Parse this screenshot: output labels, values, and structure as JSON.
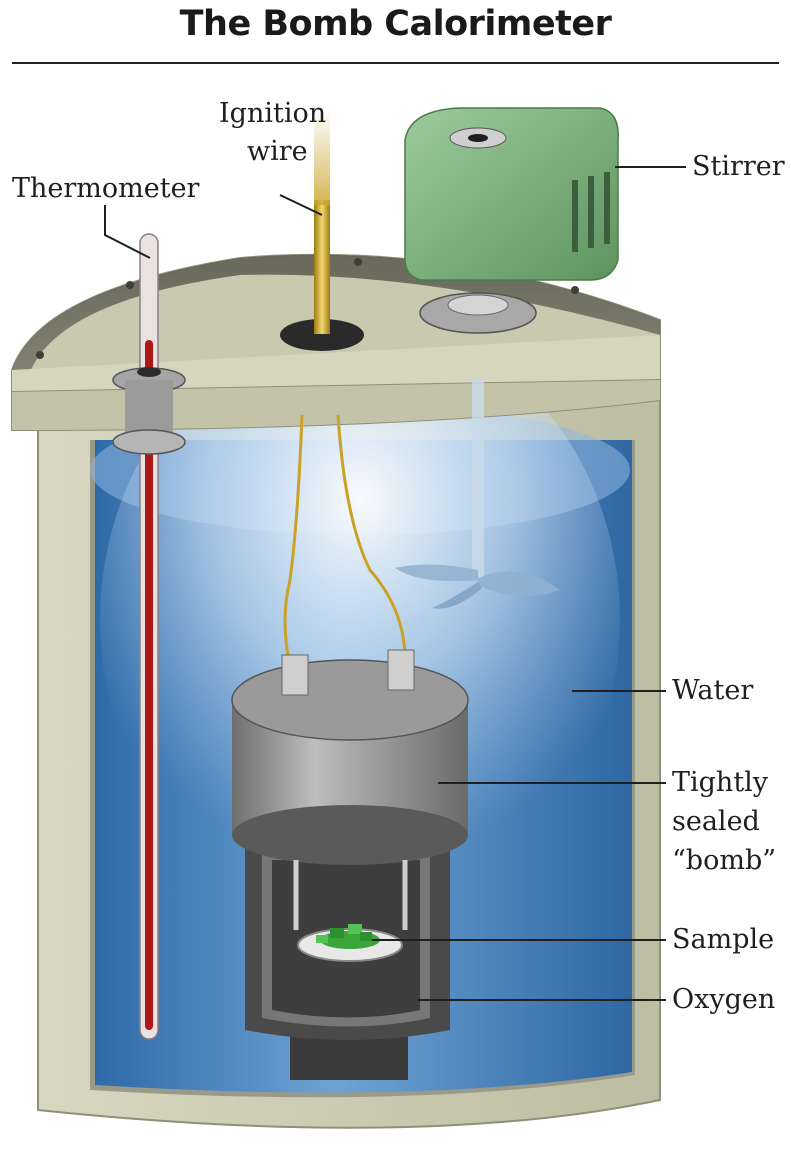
{
  "title": "The Bomb Calorimeter",
  "labels": {
    "thermometer": "Thermometer",
    "ignition_wire_line1": "Ignition",
    "ignition_wire_line2": "wire",
    "stirrer": "Stirrer",
    "water": "Water",
    "bomb_line1": "Tightly",
    "bomb_line2": "sealed",
    "bomb_line3": "“bomb”",
    "sample": "Sample",
    "oxygen": "Oxygen"
  },
  "colors": {
    "housing": "#cdcdb2",
    "housing_shadow": "#9c9c86",
    "lid_top": "#6f6f62",
    "water": "#3a78b5",
    "water_light": "#a9c9ea",
    "thermometer_fluid": "#b01818",
    "stirrer_motor": "#7fb07f",
    "ignition_wire": "#c9a227",
    "sample": "#3aa63a",
    "bomb_steel": "#8a8a8a"
  }
}
